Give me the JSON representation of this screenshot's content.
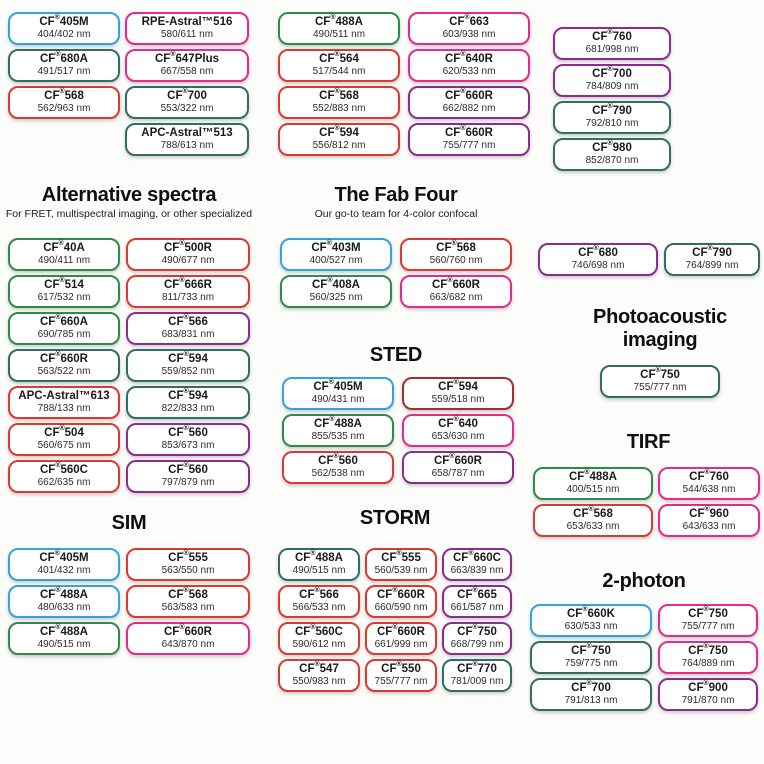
{
  "colors": {
    "blue": "#35a3dd",
    "green": "#2f8b4c",
    "teal": "#306e63",
    "red": "#da3a31",
    "pink": "#e62a8d",
    "purple": "#8d2c90",
    "maroon": "#9e312d"
  },
  "chart_data": {
    "type": "table",
    "sections": [
      {
        "key": "panel-1",
        "title": "",
        "subtitle": "",
        "columns": [
          [
            {
              "name": "CF®405M",
              "ex_em": "404/402 nm",
              "color": "blue"
            },
            {
              "name": "CF®680A",
              "ex_em": "491/517 nm",
              "color": "teal"
            },
            {
              "name": "CF®568",
              "ex_em": "562/963 nm",
              "color": "red"
            }
          ],
          [
            {
              "name": "RPE-Astral™516",
              "ex_em": "580/611 nm",
              "color": "pink"
            },
            {
              "name": "CF®647Plus",
              "ex_em": "667/558 nm",
              "color": "pink"
            },
            {
              "name": "CF®700",
              "ex_em": "553/322 nm",
              "color": "teal"
            },
            {
              "name": "APC-Astral™513",
              "ex_em": "788/613 nm",
              "color": "teal"
            }
          ]
        ]
      },
      {
        "key": "panel-2",
        "title": "",
        "subtitle": "",
        "columns": [
          [
            {
              "name": "CF®488A",
              "ex_em": "490/511 nm",
              "color": "green"
            },
            {
              "name": "CF®564",
              "ex_em": "517/544 nm",
              "color": "red"
            },
            {
              "name": "CF®568",
              "ex_em": "552/883 nm",
              "color": "red"
            },
            {
              "name": "CF®594",
              "ex_em": "556/812 nm",
              "color": "red"
            }
          ],
          [
            {
              "name": "CF®663",
              "ex_em": "603/938 nm",
              "color": "pink"
            },
            {
              "name": "CF®640R",
              "ex_em": "620/533 nm",
              "color": "pink"
            },
            {
              "name": "CF®660R",
              "ex_em": "662/882 nm",
              "color": "purple"
            },
            {
              "name": "CF®660R",
              "ex_em": "755/777 nm",
              "color": "purple"
            }
          ]
        ]
      },
      {
        "key": "panel-3",
        "title": "",
        "subtitle": "",
        "columns": [
          [
            {
              "name": "CF®760",
              "ex_em": "681/998 nm",
              "color": "purple"
            },
            {
              "name": "CF®700",
              "ex_em": "784/809 nm",
              "color": "purple"
            },
            {
              "name": "CF®790",
              "ex_em": "792/810 nm",
              "color": "teal"
            },
            {
              "name": "CF®980",
              "ex_em": "852/870 nm",
              "color": "teal"
            }
          ]
        ]
      },
      {
        "key": "alternative-spectra",
        "title": "Alternative spectra",
        "subtitle": "For FRET, multispectral imaging, or other specialized",
        "columns": [
          [
            {
              "name": "CF®40A",
              "ex_em": "490/411 nm",
              "color": "green"
            },
            {
              "name": "CF®514",
              "ex_em": "617/532 nm",
              "color": "green"
            },
            {
              "name": "CF®660A",
              "ex_em": "690/785 nm",
              "color": "green"
            },
            {
              "name": "CF®660R",
              "ex_em": "563/522 nm",
              "color": "teal"
            },
            {
              "name": "APC-Astral™613",
              "ex_em": "788/133 nm",
              "color": "red"
            },
            {
              "name": "CF®504",
              "ex_em": "560/675 nm",
              "color": "red"
            },
            {
              "name": "CF®560C",
              "ex_em": "662/635 nm",
              "color": "red"
            }
          ],
          [
            {
              "name": "CF®500R",
              "ex_em": "490/677 nm",
              "color": "red"
            },
            {
              "name": "CF®666R",
              "ex_em": "811/733 nm",
              "color": "red"
            },
            {
              "name": "CF®566",
              "ex_em": "683/831 nm",
              "color": "purple"
            },
            {
              "name": "CF®594",
              "ex_em": "559/852 nm",
              "color": "teal"
            },
            {
              "name": "CF®594",
              "ex_em": "822/833 nm",
              "color": "teal"
            },
            {
              "name": "CF®560",
              "ex_em": "853/673 nm",
              "color": "purple"
            },
            {
              "name": "CF®560",
              "ex_em": "797/879 nm",
              "color": "purple"
            }
          ]
        ]
      },
      {
        "key": "fab-four",
        "title": "The Fab Four",
        "subtitle": "Our go-to team for 4-color confocal",
        "columns": [
          [
            {
              "name": "CF®403M",
              "ex_em": "400/527 nm",
              "color": "blue"
            },
            {
              "name": "CF®408A",
              "ex_em": "560/325 nm",
              "color": "green"
            }
          ],
          [
            {
              "name": "CF®568",
              "ex_em": "560/760 nm",
              "color": "red"
            },
            {
              "name": "CF®660R",
              "ex_em": "663/682 nm",
              "color": "pink"
            }
          ]
        ]
      },
      {
        "key": "nir-pair",
        "title": "",
        "subtitle": "",
        "columns": [
          [
            {
              "name": "CF®680",
              "ex_em": "746/698 nm",
              "color": "purple"
            }
          ],
          [
            {
              "name": "CF®790",
              "ex_em": "764/899 nm",
              "color": "teal"
            }
          ]
        ]
      },
      {
        "key": "photoacoustic-imaging",
        "title": "Photoacoustic imaging",
        "subtitle": "",
        "columns": [
          [
            {
              "name": "CF®750",
              "ex_em": "755/777 nm",
              "color": "teal"
            }
          ]
        ]
      },
      {
        "key": "sted",
        "title": "STED",
        "subtitle": "",
        "columns": [
          [
            {
              "name": "CF®405M",
              "ex_em": "490/431 nm",
              "color": "blue"
            },
            {
              "name": "CF®488A",
              "ex_em": "855/535 nm",
              "color": "green"
            },
            {
              "name": "CF®560",
              "ex_em": "562/538 nm",
              "color": "red"
            }
          ],
          [
            {
              "name": "CF®594",
              "ex_em": "559/518 nm",
              "color": "maroon"
            },
            {
              "name": "CF®640",
              "ex_em": "653/630 nm",
              "color": "pink"
            },
            {
              "name": "CF®660R",
              "ex_em": "658/787 nm",
              "color": "purple"
            }
          ]
        ]
      },
      {
        "key": "tirf",
        "title": "TIRF",
        "subtitle": "",
        "columns": [
          [
            {
              "name": "CF®488A",
              "ex_em": "400/515 nm",
              "color": "green"
            },
            {
              "name": "CF®568",
              "ex_em": "653/633 nm",
              "color": "red"
            }
          ],
          [
            {
              "name": "CF®760",
              "ex_em": "544/638 nm",
              "color": "pink"
            },
            {
              "name": "CF®960",
              "ex_em": "643/633 nm",
              "color": "pink"
            }
          ]
        ]
      },
      {
        "key": "sim",
        "title": "SIM",
        "subtitle": "",
        "columns": [
          [
            {
              "name": "CF®405M",
              "ex_em": "401/432 nm",
              "color": "blue"
            },
            {
              "name": "CF®488A",
              "ex_em": "480/633 nm",
              "color": "blue"
            },
            {
              "name": "CF®488A",
              "ex_em": "490/515 nm",
              "color": "green"
            }
          ],
          [
            {
              "name": "CF®555",
              "ex_em": "563/550 nm",
              "color": "red"
            },
            {
              "name": "CF®568",
              "ex_em": "563/583 nm",
              "color": "red"
            },
            {
              "name": "CF®660R",
              "ex_em": "643/870 nm",
              "color": "pink"
            }
          ]
        ]
      },
      {
        "key": "storm",
        "title": "STORM",
        "subtitle": "",
        "columns": [
          [
            {
              "name": "CF®488A",
              "ex_em": "490/515 nm",
              "color": "teal"
            },
            {
              "name": "CF®566",
              "ex_em": "566/533 nm",
              "color": "red"
            },
            {
              "name": "CF®560C",
              "ex_em": "590/612 nm",
              "color": "red"
            },
            {
              "name": "CF®547",
              "ex_em": "550/983 nm",
              "color": "red"
            }
          ],
          [
            {
              "name": "CF®555",
              "ex_em": "560/539 nm",
              "color": "red"
            },
            {
              "name": "CF®660R",
              "ex_em": "660/590 nm",
              "color": "red"
            },
            {
              "name": "CF®660R",
              "ex_em": "661/999 nm",
              "color": "red"
            },
            {
              "name": "CF®550",
              "ex_em": "755/777 nm",
              "color": "red"
            }
          ],
          [
            {
              "name": "CF®660C",
              "ex_em": "663/839 nm",
              "color": "purple"
            },
            {
              "name": "CF®665",
              "ex_em": "661/587 nm",
              "color": "purple"
            },
            {
              "name": "CF®750",
              "ex_em": "668/799 nm",
              "color": "purple"
            },
            {
              "name": "CF®770",
              "ex_em": "781/009 nm",
              "color": "teal"
            }
          ]
        ]
      },
      {
        "key": "two-photon",
        "title": "2-photon",
        "subtitle": "",
        "columns": [
          [
            {
              "name": "CF®660K",
              "ex_em": "630/533 nm",
              "color": "blue"
            },
            {
              "name": "CF®750",
              "ex_em": "759/775 nm",
              "color": "teal"
            },
            {
              "name": "CF®700",
              "ex_em": "791/813 nm",
              "color": "teal"
            }
          ],
          [
            {
              "name": "CF®750",
              "ex_em": "755/777 nm",
              "color": "pink"
            },
            {
              "name": "CF®750",
              "ex_em": "764/889 nm",
              "color": "pink"
            },
            {
              "name": "CF®900",
              "ex_em": "791/870 nm",
              "color": "purple"
            }
          ]
        ]
      }
    ]
  }
}
